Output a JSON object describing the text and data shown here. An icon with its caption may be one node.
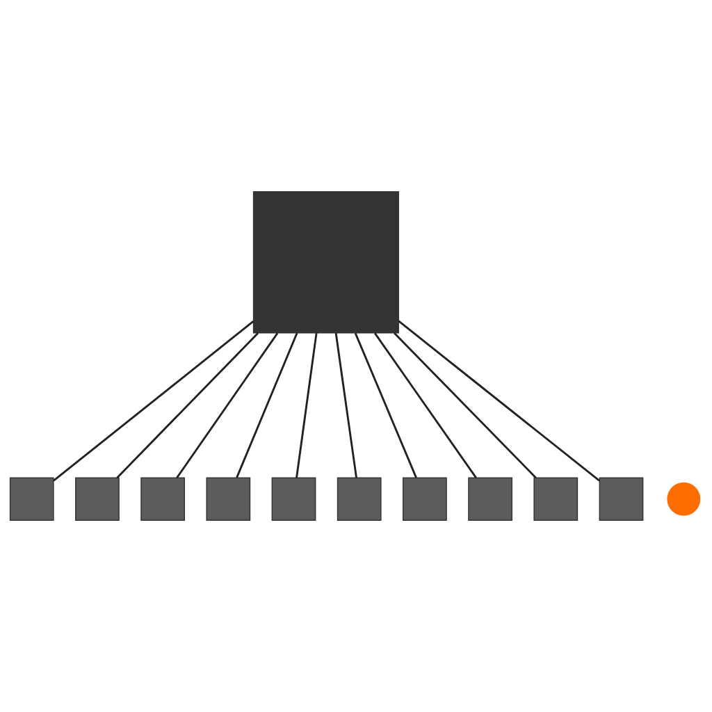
{
  "diagram": {
    "nodes": [
      {
        "text": [],
        "shape": "box"
      },
      {
        "text": [],
        "shape": "box"
      },
      {
        "text": [],
        "shape": "box"
      },
      {
        "text": [],
        "shape": "box"
      },
      {
        "text": [],
        "shape": "box"
      },
      {
        "text": [],
        "shape": "box"
      },
      {
        "text": [],
        "shape": "circle"
      },
      {
        "text": [],
        "shape": "box"
      },
      {
        "text": [],
        "shape": "box"
      },
      {
        "text": [],
        "shape": "box"
      },
      {
        "text": [],
        "shape": "box"
      },
      {
        "text": [],
        "shape": "box"
      }
    ],
    "edges": [
      {
        "from": 0,
        "to": 1,
        "arrow": "none"
      },
      {
        "from": 0,
        "to": 2,
        "arrow": "none"
      },
      {
        "from": 0,
        "to": 3,
        "arrow": "none"
      },
      {
        "from": 0,
        "to": 4,
        "arrow": "none"
      },
      {
        "from": 0,
        "to": 5,
        "arrow": "none"
      },
      {
        "from": 0,
        "to": 7,
        "arrow": "none"
      },
      {
        "from": 0,
        "to": 8,
        "arrow": "none"
      },
      {
        "from": 0,
        "to": 9,
        "arrow": "none"
      },
      {
        "from": 0,
        "to": 10,
        "arrow": "none"
      },
      {
        "from": 0,
        "to": 11,
        "arrow": "none"
      }
    ]
  }
}
